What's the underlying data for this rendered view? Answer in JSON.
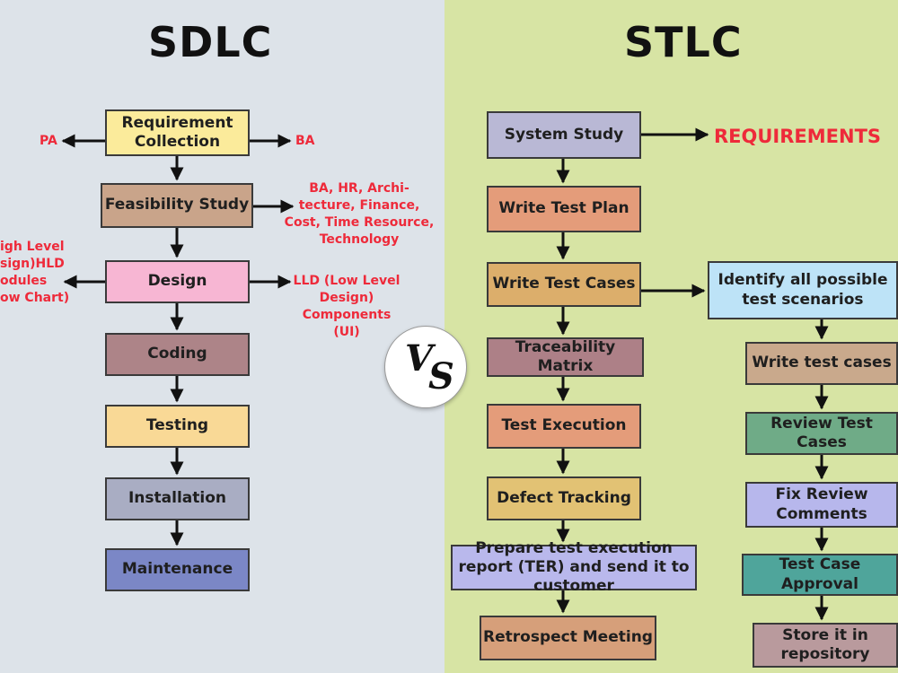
{
  "sdlc": {
    "title": "SDLC",
    "steps": [
      "Requirement Collection",
      "Feasibility Study",
      "Design",
      "Coding",
      "Testing",
      "Installation",
      "Maintenance"
    ],
    "labels": {
      "pa": "PA",
      "ba": "BA",
      "feasibility_roles": "BA, HR, Archi-\ntecture, Finance,\nCost, Time Resource,\nTechnology",
      "design_left": "igh Level\nsign)HLD\nodules\now Chart)",
      "design_right": "LLD (Low Level\nDesign)\nComponents (UI)"
    }
  },
  "vs": {
    "v": "V",
    "s": "S"
  },
  "stlc": {
    "title": "STLC",
    "steps": [
      "System Study",
      "Write Test Plan",
      "Write Test Cases",
      "Traceability Matrix",
      "Test Execution",
      "Defect Tracking",
      "Prepare test execution report (TER) and send it to customer",
      "Retrospect Meeting"
    ],
    "requirements_label": "REQUIREMENTS",
    "sub_steps": [
      "Identify all possible test scenarios",
      "Write test cases",
      "Review Test Cases",
      "Fix Review Comments",
      "Test Case Approval",
      "Store it in repository"
    ]
  },
  "colors": {
    "left_bg": "#dde3e9",
    "right_bg": "#d7e4a4",
    "label_red": "#ee2a3a"
  }
}
